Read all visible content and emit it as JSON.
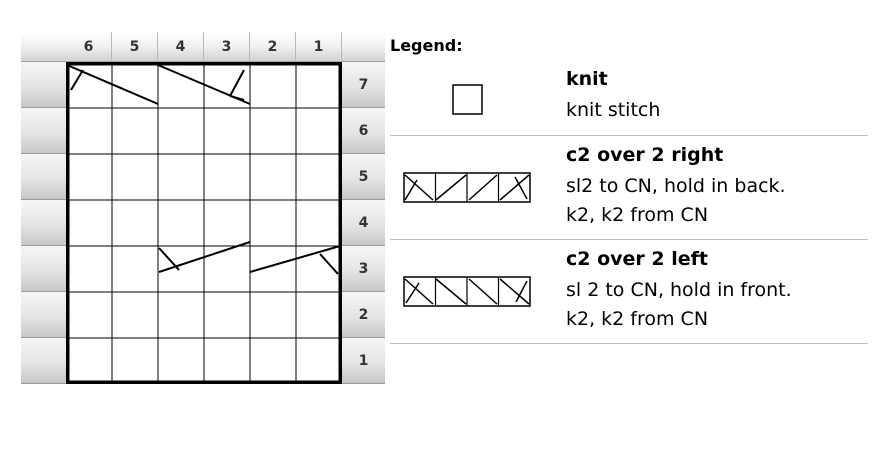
{
  "chart": {
    "column_numbers": [
      "6",
      "5",
      "4",
      "3",
      "2",
      "1"
    ],
    "row_numbers": [
      "7",
      "6",
      "5",
      "4",
      "3",
      "2",
      "1"
    ]
  },
  "legend": {
    "title": "Legend:",
    "items": [
      {
        "symbol": "knit-icon",
        "title": "knit",
        "lines": [
          "knit stitch"
        ]
      },
      {
        "symbol": "c2-over-2-right-icon",
        "title": "c2 over 2 right",
        "lines": [
          "sl2 to CN, hold in back.",
          "k2, k2 from CN"
        ]
      },
      {
        "symbol": "c2-over-2-left-icon",
        "title": "c2 over 2 left",
        "lines": [
          "sl 2 to CN, hold in front.",
          "k2, k2 from CN"
        ]
      }
    ]
  },
  "colors": {
    "grid": "#000000",
    "header_shade": "#d2d2d2",
    "separator": "#c0c0c0"
  }
}
